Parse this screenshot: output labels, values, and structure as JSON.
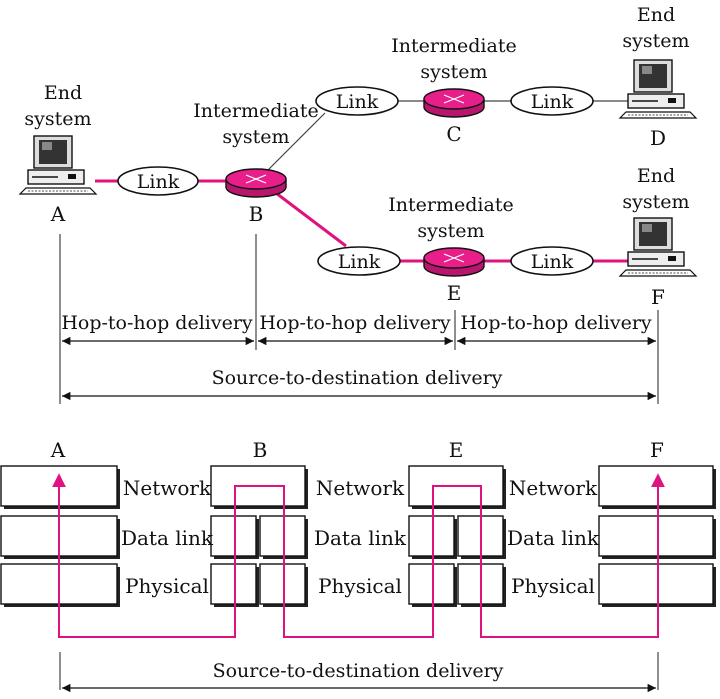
{
  "top": {
    "end_system_line1": "End",
    "end_system_line2": "system",
    "intermediate_line1": "Intermediate",
    "intermediate_line2": "system",
    "link_label": "Link",
    "nodes": {
      "A": "A",
      "B": "B",
      "C": "C",
      "D": "D",
      "E": "E",
      "F": "F"
    },
    "hop_label": "Hop-to-hop delivery",
    "s2d_label": "Source-to-destination delivery"
  },
  "bottom": {
    "nodes": [
      "A",
      "B",
      "E",
      "F"
    ],
    "layers": [
      "Network",
      "Data link",
      "Physical"
    ],
    "s2d_label": "Source-to-destination delivery"
  },
  "colors": {
    "accent": "#e0127f"
  },
  "icons": [
    "computer-icon",
    "router-icon"
  ]
}
